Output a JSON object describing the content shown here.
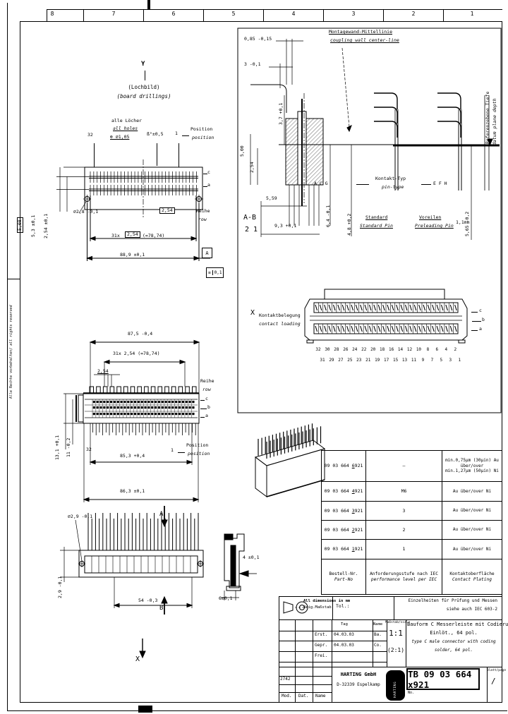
{
  "sheet": {
    "zones": [
      "8",
      "7",
      "6",
      "5",
      "4",
      "3",
      "2",
      "1"
    ],
    "rights_de": "Alle Rechte vorbehalten/",
    "rights_en": " all rights reserved"
  },
  "board_view": {
    "axis_label": "Y",
    "title_de": "(Lochbild)",
    "title_en": "(board drillings)",
    "all_holes_de": "alle Löcher",
    "all_holes_en": "all holes",
    "all_holes_dia": "⊕ ⌀1,05",
    "angle_dim": "ß°±0,5",
    "pos_left": "32",
    "pos_right": "1",
    "position_de": "Position",
    "position_en": "position",
    "row_c": "c",
    "row_a": "a",
    "dim_5_08": "5,08",
    "dim_5_3": "5,3 ±0,1",
    "dim_2_54": "2,54 ±0,1",
    "hole_dia": "⌀2,8 -0,1",
    "pitch_prefix": "31x",
    "pitch_box": "2,54",
    "pitch_suffix": "(=78,74)",
    "box_2_54": "2,54",
    "row_de": "Reihe",
    "row_en": "row",
    "dim_total": "88,9 ±0,1",
    "datum_label": "A",
    "fcf_symbol": "≡",
    "flatness": "0,1"
  },
  "section_view": {
    "dim_0_85": "0,85 -0,15",
    "dim_3": "3 -0,1",
    "center_note_de": "Montagewand-Mittellinie",
    "center_note_en": "coupling wall center-line",
    "dim_3_7": "3,7 +0,1",
    "dim_5": "5,00",
    "dim_2_54": "2,54",
    "dim_5_59": "5,59",
    "dim_9_3": "9,3 +0,1",
    "dim_6_4": "6,4 -0,1",
    "dim_4_8": "4,8 +0,2",
    "dim_5_65": "5,65 -0,2",
    "section_name": "A-B",
    "section_rows": "2 1",
    "letters_left": "A C G",
    "type_de": "Kontakt-Typ",
    "type_en": "pin-type",
    "letters_right": "E F H",
    "std_de": "Standard",
    "std_en": "Standard Pin",
    "pre_de": "Voreilen",
    "pre_en": "Preleading Pin",
    "pre_dim": "1,1mm",
    "ref_de": "Referenzebene Tiefe",
    "ref_en": "datum plane depth"
  },
  "loading_view": {
    "axis_label": "X",
    "title_de": "Kontaktbelegung",
    "title_en": "contact loading",
    "row_c": "c",
    "row_b": "b",
    "row_a": "a",
    "even_numbers": [
      "32",
      "30",
      "28",
      "26",
      "24",
      "22",
      "20",
      "18",
      "16",
      "14",
      "12",
      "10",
      "8",
      "6",
      "4",
      "2"
    ],
    "odd_numbers": [
      "31",
      "29",
      "27",
      "25",
      "23",
      "21",
      "19",
      "17",
      "15",
      "13",
      "11",
      "9",
      "7",
      "5",
      "3",
      "1"
    ]
  },
  "front_view": {
    "dim_total": "87,5 -0,4",
    "pitch": "31x 2,54 (=78,74)",
    "dim_2_54": "2,54",
    "row_de": "Reihe",
    "row_en": "row",
    "row_c": "c",
    "row_b": "b",
    "row_a": "a",
    "dim_13_1": "13,1 +0,1",
    "dim_11": "11 -0,2",
    "pos_left": "32",
    "dim_inner": "85,3 +0,4",
    "pos_right": "1",
    "position_de": "Position",
    "position_en": "position",
    "dim_overall": "86,3 ±0,1"
  },
  "bottom_view": {
    "hole_dia": "⌀2,9 -0,1",
    "sec_a": "A",
    "sec_b": "B",
    "dim_2_9": "2,9 -0,1",
    "dim_54": "54 -0,3",
    "axis_label": "X",
    "dim_6": "6±0,1",
    "dim_4": "4 ±0,1"
  },
  "table": {
    "rows": [
      {
        "part_prefix": "09 03 664 ",
        "part_var": "6",
        "part_suffix": "921",
        "level": "–",
        "plating_lines": [
          "min.0,75µm (30µin) Au",
          "über/over",
          "min.1,27µm (50µin) Ni"
        ]
      },
      {
        "part_prefix": "09 03 664 ",
        "part_var": "4",
        "part_suffix": "921",
        "level": "M6",
        "plating_lines": [
          "Au über/over Ni"
        ]
      },
      {
        "part_prefix": "09 03 664 ",
        "part_var": "3",
        "part_suffix": "921",
        "level": "3",
        "plating_lines": [
          "Au über/over Ni"
        ]
      },
      {
        "part_prefix": "09 03 664 ",
        "part_var": "2",
        "part_suffix": "921",
        "level": "2",
        "plating_lines": [
          "Au über/over Ni"
        ]
      },
      {
        "part_prefix": "09 03 664 ",
        "part_var": "1",
        "part_suffix": "921",
        "level": "1",
        "plating_lines": [
          "Au über/over Ni"
        ]
      }
    ],
    "header": {
      "part_de": "Bestell-Nr.",
      "part_en": "Part-No",
      "level_de": "Anforderungsstufe nach IEC",
      "level_en": "performance level per IEC",
      "plating_de": "Kontaktoberfläche",
      "plating_en": "Contact Plating"
    }
  },
  "title_block": {
    "dims_note_1": "All dimensions in mm",
    "dims_note_2": "Orig.Maßstab",
    "tol_label": "Tol.:",
    "ref_note_de": "Einzelheiten für Prüfung und Messen",
    "ref_note_en": "siehe auch IEC 603-2",
    "col_date": "Tag",
    "col_name": "Name",
    "created_label": "Erst.",
    "created_date": "04.03.03",
    "created_name": "Ba.",
    "checked_label": "Gepr.",
    "checked_date": "04.03.03",
    "checked_name": "Co.",
    "released_label": "Frei.",
    "scale_label": "Maßstab/scale",
    "scale_main": "1:1",
    "scale_detail": "(2:1)",
    "title_de_1": "Bauform C Messerleiste mit Codierung",
    "title_de_2": "Einlöt., 64 pol.",
    "title_en_1": "type C male connector with coding",
    "title_en_2": "solder, 64 pol.",
    "form_code": "2742",
    "mod_label": "Mod.",
    "dat_label": "Dat.",
    "name_label": "Name",
    "company": "HARTING GmbH",
    "city": "D-32339 Espelkamp",
    "logo_text": "HARTING",
    "doc_number": "TB 09 03 664 x921",
    "no_label": "No.",
    "sheet_label": "Blatt/page",
    "sheet_value": "/"
  }
}
